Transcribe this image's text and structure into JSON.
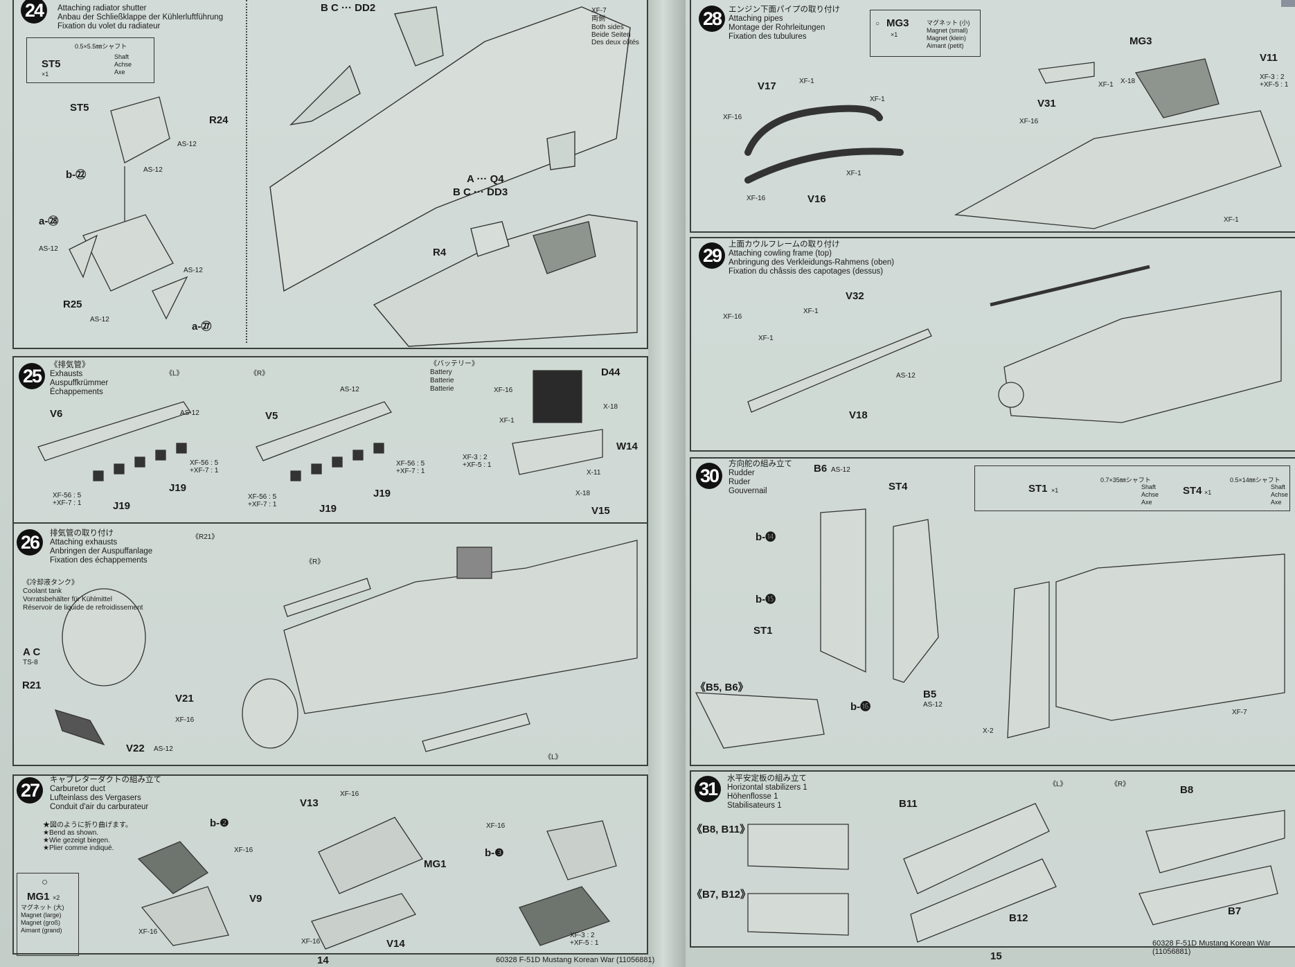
{
  "left_page": {
    "page_number": "14",
    "footer": "60328 F-51D Mustang Korean War (11056881)",
    "steps": [
      {
        "num": "24",
        "header": [
          "Attaching radiator shutter",
          "Anbau der Schließklappe der Kühlerluftführung",
          "Fixation du volet du radiateur"
        ],
        "box": [
          "ST5",
          "×1",
          "0.5×5.5㎜シャフト",
          "Shaft",
          "Achse",
          "Axe"
        ],
        "labels": [
          "ST5",
          "R24",
          "AS-12",
          "b-㉒",
          "AS-12",
          "a-㉘",
          "AS-12",
          "R25",
          "AS-12",
          "AS-12",
          "a-㉗",
          "B C ··· DD2",
          "XF-7",
          "両側",
          "Both sides",
          "Beide Seiten",
          "Des deux côtés",
          "A ··· Q4",
          "B C ··· DD3",
          "R4"
        ]
      },
      {
        "num": "25",
        "header": [
          "《排気管》",
          "Exhausts",
          "Auspuffkrümmer",
          "Échappements"
        ],
        "labels": [
          "《L》",
          "《R》",
          "《バッテリー》",
          "Battery",
          "Batterie",
          "Batterie",
          "V6",
          "AS-12",
          "V5",
          "AS-12",
          "J19",
          "XF-56 : 5",
          "+XF-7 : 1",
          "XF-56 : 5",
          "+XF-7 : 1",
          "J19",
          "J19",
          "J19",
          "XF-56 : 5",
          "+XF-7 : 1",
          "XF-56 : 5",
          "+XF-7 : 1",
          "D44",
          "XF-16",
          "X-18",
          "XF-1",
          "W14",
          "XF-3 : 2",
          "+XF-5 : 1",
          "X-11",
          "X-18",
          "V15"
        ]
      },
      {
        "num": "26",
        "header": [
          "排気管の取り付け",
          "Attaching exhausts",
          "Anbringen der Auspuffanlage",
          "Fixation des échappements"
        ],
        "labels": [
          "《R21》",
          "《R》",
          "《冷却液タンク》",
          "Coolant tank",
          "Vorratsbehälter für Kühlmittel",
          "Réservoir de liquide de refroidissement",
          "A C",
          "TS-8",
          "R21",
          "V21",
          "XF-16",
          "V22",
          "AS-12",
          "《L》"
        ]
      },
      {
        "num": "27",
        "header": [
          "キャブレターダクトの組み立て",
          "Carburetor duct",
          "Lufteinlass des Vergasers",
          "Conduit d'air du carburateur"
        ],
        "box": [
          "○",
          "MG1",
          "×2",
          "マグネット (大)",
          "Magnet (large)",
          "Magnet (groß)",
          "Aimant (grand)"
        ],
        "labels": [
          "b-❷",
          "★図のように折り曲げます。",
          "★Bend as shown.",
          "★Wie gezeigt biegen.",
          "★Plier comme indiqué.",
          "XF-16",
          "V9",
          "XF-16",
          "V13",
          "XF-16",
          "MG1",
          "XF-16",
          "V14",
          "XF-16",
          "b-❸",
          "XF-3 : 2",
          "+XF-5 : 1"
        ]
      }
    ]
  },
  "right_page": {
    "page_number": "15",
    "footer": "60328 F-51D Mustang Korean War (11056881)",
    "steps": [
      {
        "num": "28",
        "header": [
          "エンジン下面パイプの取り付け",
          "Attaching pipes",
          "Montage der Rohrleitungen",
          "Fixation des tubulures"
        ],
        "box": [
          "○",
          "MG3",
          "×1",
          "マグネット (小)",
          "Magnet (small)",
          "Magnet (klein)",
          "Aimant (petit)"
        ],
        "labels": [
          "MG3",
          "V11",
          "XF-3 : 2",
          "+XF-5 : 1",
          "V17",
          "XF-1",
          "XF-1",
          "XF-16",
          "XF-1",
          "XF-16",
          "V16",
          "XF-1",
          "X-18",
          "V31",
          "XF-16",
          "XF-1"
        ]
      },
      {
        "num": "29",
        "header": [
          "上面カウルフレームの取り付け",
          "Attaching cowling frame (top)",
          "Anbringung des Verkleidungs-Rahmens (oben)",
          "Fixation du châssis des capotages (dessus)"
        ],
        "labels": [
          "V32",
          "XF-1",
          "XF-16",
          "XF-1",
          "AS-12",
          "V18"
        ]
      },
      {
        "num": "30",
        "header": [
          "方向舵の組み立て",
          "Rudder",
          "Ruder",
          "Gouvernail"
        ],
        "box": [
          "ST1",
          "×1",
          "0.7×35㎜シャフト",
          "Shaft",
          "Achse",
          "Axe",
          "ST4",
          "×1",
          "0.5×14㎜シャフト",
          "Shaft",
          "Achse",
          "Axe"
        ],
        "labels": [
          "B6",
          "AS-12",
          "ST4",
          "b-⓮",
          "b-⓯",
          "ST1",
          "《B5, B6》",
          "b-⓰",
          "B5",
          "AS-12",
          "X-2",
          "XF-7"
        ]
      },
      {
        "num": "31",
        "header": [
          "水平安定板の組み立て",
          "Horizontal stabilizers 1",
          "Höhenflosse 1",
          "Stabilisateurs 1"
        ],
        "labels": [
          "《L》",
          "《R》",
          "B8",
          "B11",
          "《B8, B11》",
          "《B7, B12》",
          "B12",
          "B7"
        ]
      }
    ]
  },
  "colors": {
    "paper": "#c9d3ce",
    "ink": "#1a1a1a",
    "panel_border": "#3a3f3c"
  }
}
